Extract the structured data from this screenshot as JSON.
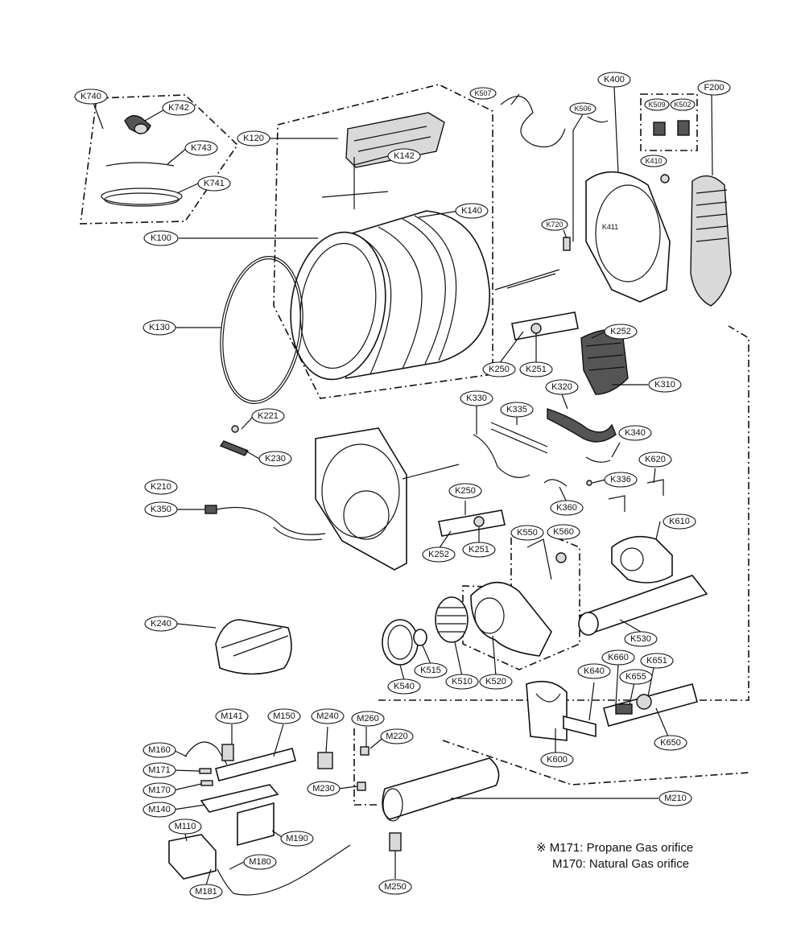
{
  "note": {
    "marker": "※",
    "line1": "M171: Propane Gas orifice",
    "line2": "M170: Natural Gas orifice"
  },
  "labels": {
    "K740": "K740",
    "K742": "K742",
    "K743": "K743",
    "K741": "K741",
    "K100": "K100",
    "K120": "K120",
    "K142": "K142",
    "K140": "K140",
    "K130": "K130",
    "K221": "K221",
    "K230": "K230",
    "K210": "K210",
    "K350": "K350",
    "K240": "K240",
    "K507": "K507",
    "K506": "K506",
    "K400": "K400",
    "K509": "K509",
    "K502": "K502",
    "F200": "F200",
    "K410": "K410",
    "K720": "K720",
    "K411": "K411",
    "K252a": "K252",
    "K250a": "K250",
    "K251a": "K251",
    "K310": "K310",
    "K320": "K320",
    "K330": "K330",
    "K335": "K335",
    "K340": "K340",
    "K620": "K620",
    "K336": "K336",
    "K360": "K360",
    "K250b": "K250",
    "K252b": "K252",
    "K251b": "K251",
    "K550": "K550",
    "K560": "K560",
    "K610": "K610",
    "K530": "K530",
    "K515": "K515",
    "K510": "K510",
    "K520": "K520",
    "K540": "K540",
    "K660": "K660",
    "K651": "K651",
    "K640": "K640",
    "K655": "K655",
    "K600": "K600",
    "K650": "K650",
    "M141": "M141",
    "M150": "M150",
    "M240": "M240",
    "M260": "M260",
    "M220": "M220",
    "M160": "M160",
    "M171": "M171",
    "M170": "M170",
    "M230": "M230",
    "M140": "M140",
    "M110": "M110",
    "M190": "M190",
    "M180": "M180",
    "M181": "M181",
    "M210": "M210",
    "M250": "M250"
  }
}
